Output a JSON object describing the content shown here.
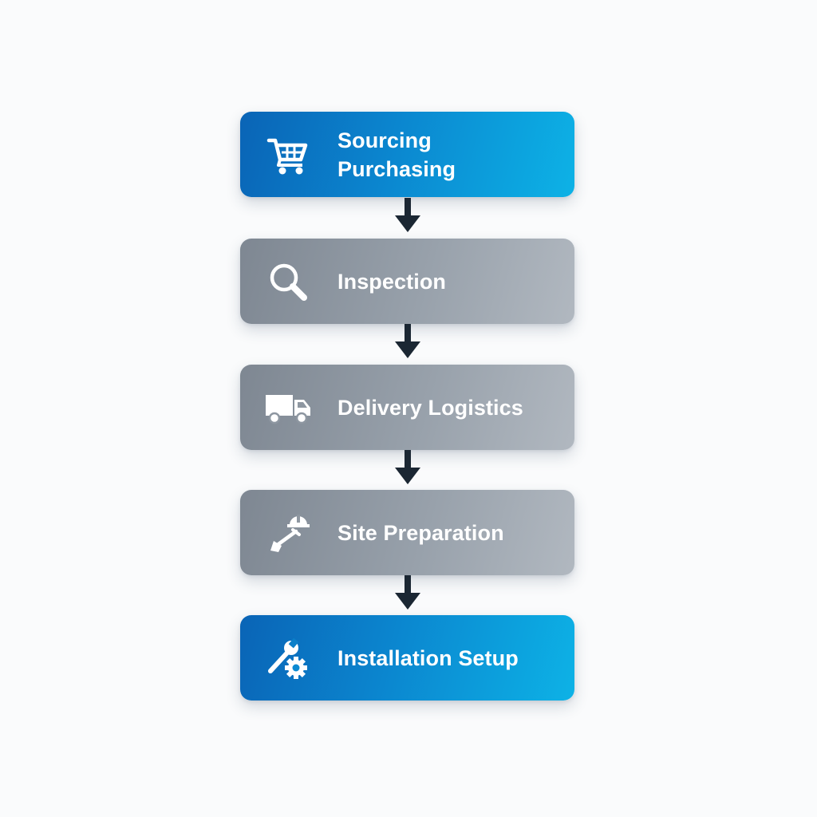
{
  "steps": [
    {
      "lines": [
        "Sourcing",
        "Purchasing"
      ],
      "icon": "shopping-cart-icon",
      "style": "blue"
    },
    {
      "lines": [
        "Inspection"
      ],
      "icon": "magnifier-icon",
      "style": "gray"
    },
    {
      "lines": [
        "Delivery Logistics"
      ],
      "icon": "truck-icon",
      "style": "gray"
    },
    {
      "lines": [
        "Site Preparation"
      ],
      "icon": "hardhat-shovel-icon",
      "style": "gray"
    },
    {
      "lines": [
        "Installation Setup"
      ],
      "icon": "wrench-gear-icon",
      "style": "blue"
    }
  ],
  "colors": {
    "blue_start": "#0a64b6",
    "blue_end": "#0db2e6",
    "gray_start": "#7e8792",
    "gray_end": "#b1b8c0",
    "arrow": "#1b2733",
    "background": "#fafbfc"
  }
}
